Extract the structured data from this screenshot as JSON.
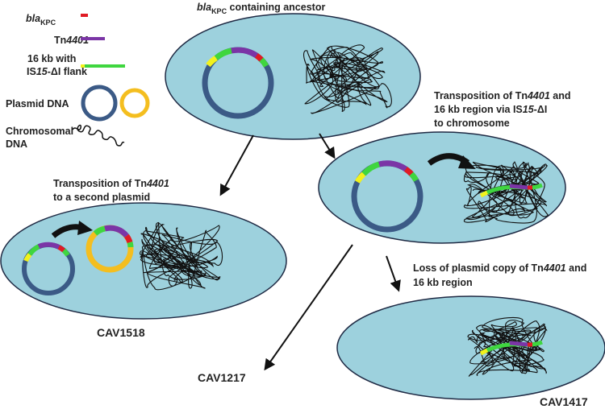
{
  "colors": {
    "cell_fill": "#9dd1dd",
    "cell_stroke": "#1f2a44",
    "plasmid_blue": "#3b5a86",
    "plasmid_yellow": "#f4be1f",
    "bla_kpc": "#e01b24",
    "tn4401": "#7b35a6",
    "region16kb": "#3fd63f",
    "is15_flank": "#f2f21c",
    "chromosome": "#111111"
  },
  "legend": {
    "bla_kpc_main": "bla",
    "bla_kpc_sub": "KPC",
    "tn4401_prefix": "Tn",
    "tn4401_italic": "4401",
    "region_line1": "16 kb with",
    "region_line2_a": "IS",
    "region_line2_b": "15",
    "region_line2_c": "-ΔI flank",
    "plasmid_dna": "Plasmid DNA",
    "chromosomal_line1": "Chromosomal",
    "chromosomal_line2": "DNA"
  },
  "ancestor": {
    "title_main": "bla",
    "title_sub": "KPC",
    "title_rest": " containing ancestor"
  },
  "step_chromosome": {
    "line1_a": "Transposition of Tn",
    "line1_b": "4401",
    "line1_c": " and",
    "line2_a": "16 kb region via IS",
    "line2_b": "15",
    "line2_c": "-ΔI",
    "line3": "to chromosome"
  },
  "step_plasmid": {
    "line1_a": "Transposition of Tn",
    "line1_b": "4401",
    "line2": "to a second plasmid"
  },
  "step_loss": {
    "line1_a": "Loss of plasmid copy of Tn",
    "line1_b": "4401",
    "line1_c": " and",
    "line2": "16 kb region"
  },
  "strains": {
    "cav1518": "CAV1518",
    "cav1217": "CAV1217",
    "cav1417": "CAV1417"
  }
}
